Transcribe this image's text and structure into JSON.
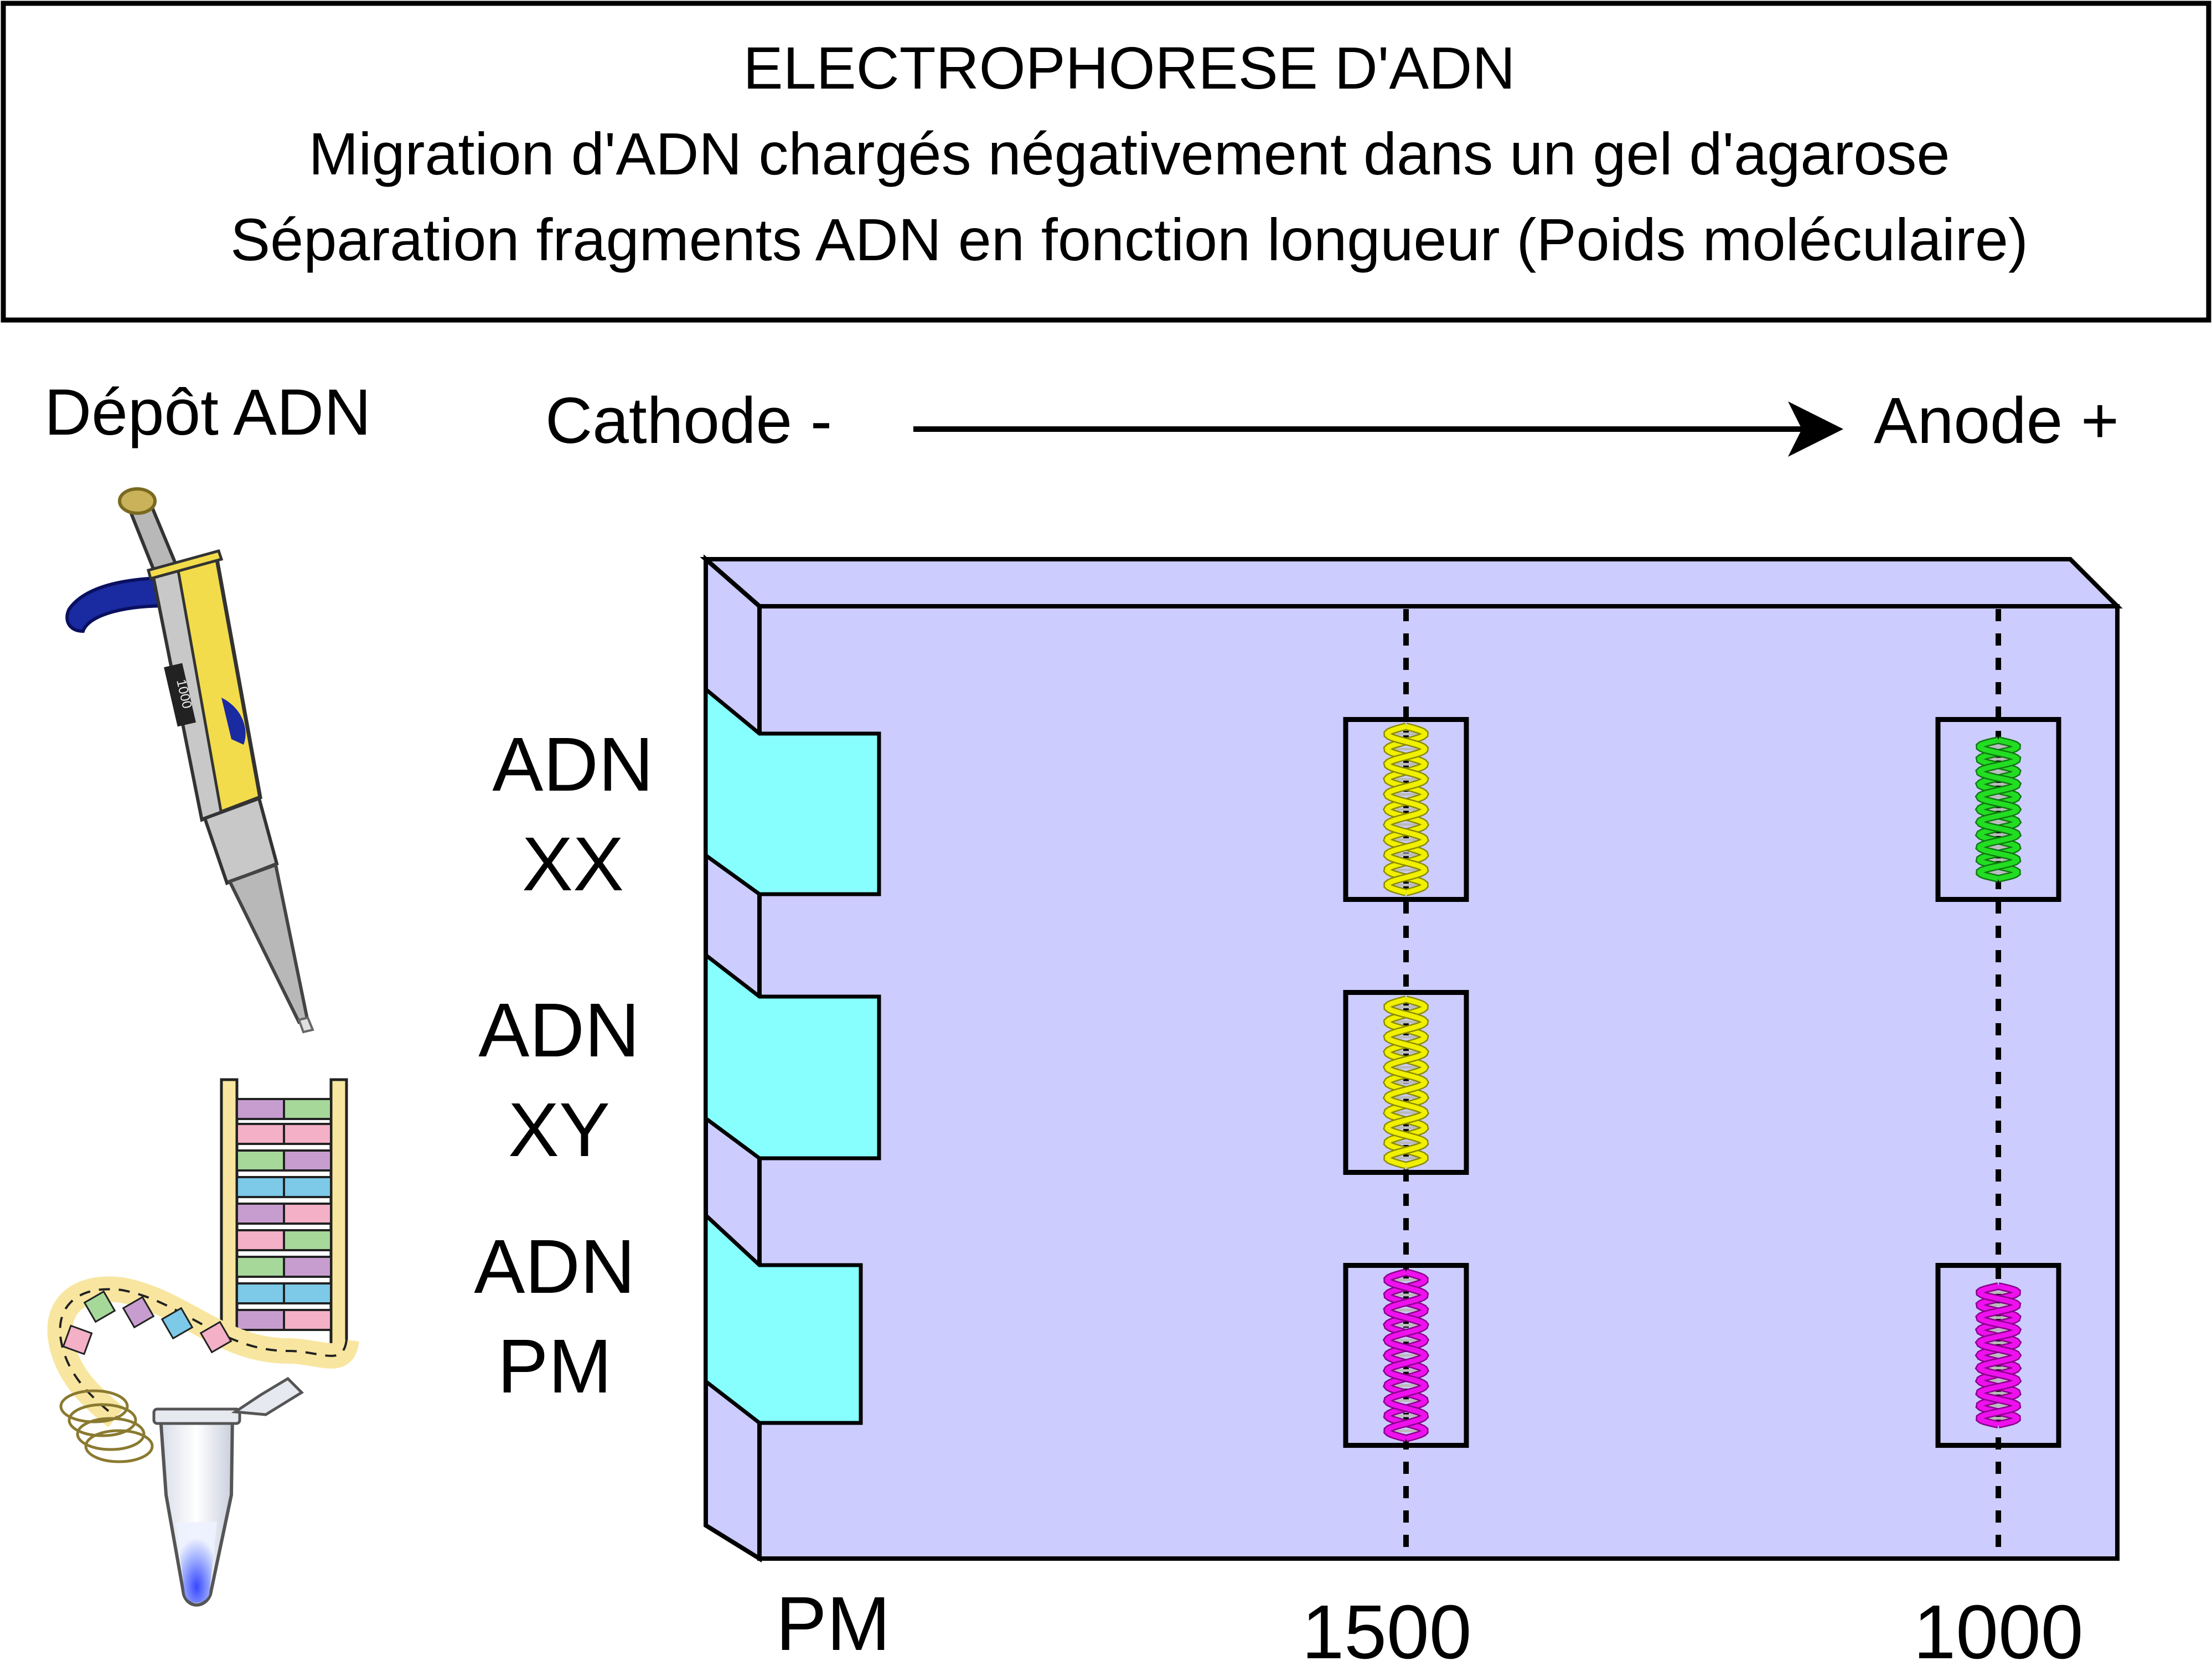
{
  "header": {
    "line1": "ELECTROPHORESE D'ADN",
    "line2": "Migration d'ADN chargés négativement dans un gel d'agarose",
    "line3": "Séparation fragments ADN en fonction longueur (Poids moléculaire)"
  },
  "deposit": {
    "label": "Dépôt ADN",
    "pipette_volume": "1000"
  },
  "migration": {
    "cathode": "Cathode -",
    "anode": "Anode +"
  },
  "lanes": [
    {
      "line1": "ADN",
      "line2": "XX"
    },
    {
      "line1": "ADN",
      "line2": "XY"
    },
    {
      "line1": "ADN",
      "line2": "PM"
    }
  ],
  "markers": {
    "wells": "PM",
    "m1500": "1500",
    "m1000": "1000"
  },
  "colors": {
    "gel": "#ccccff",
    "well": "#88ffff",
    "band_1500_xx": "#f0f000",
    "band_1000_xx": "#22dd22",
    "band_1500_xy": "#f0f000",
    "band_pm": "#ee11ee",
    "pipette_body": "#f3dc4b",
    "pipette_accent": "#1a2aa0",
    "pipette_grey": "#b8b8b8"
  }
}
